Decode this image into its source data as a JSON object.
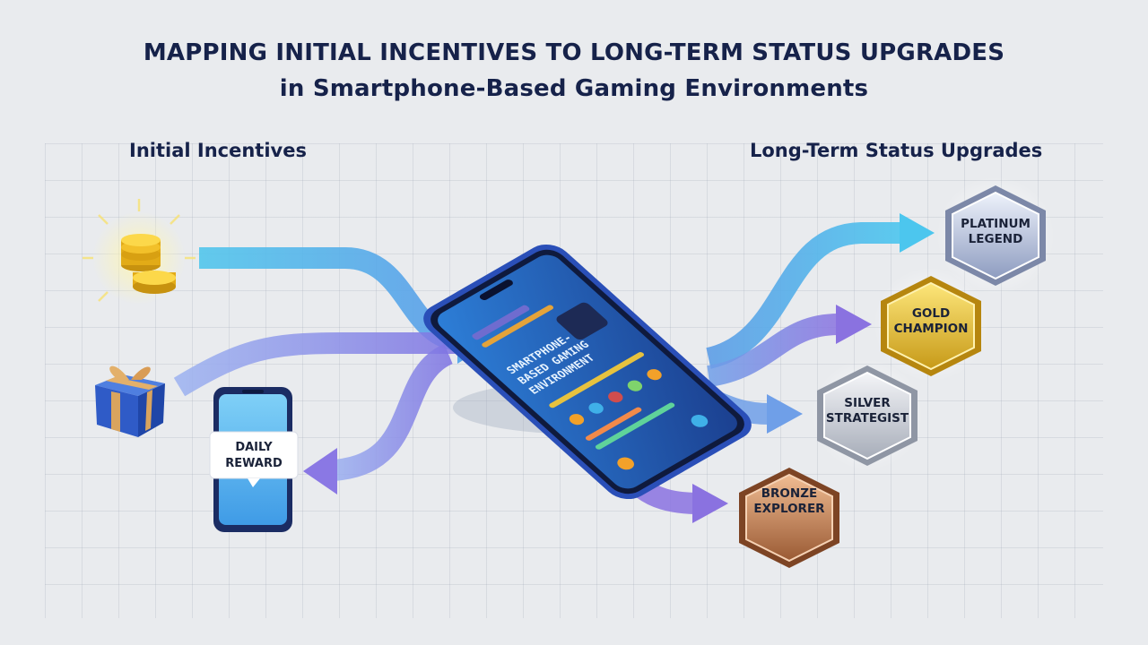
{
  "title": {
    "line1": "MAPPING INITIAL INCENTIVES TO LONG-TERM STATUS UPGRADES",
    "line2": "in Smartphone-Based Gaming Environments"
  },
  "left_column": {
    "heading": "Initial Incentives",
    "items": [
      {
        "id": "coins",
        "icon": "gold-coins-icon"
      },
      {
        "id": "gift",
        "icon": "gift-box-icon"
      },
      {
        "id": "daily",
        "icon": "phone-daily-reward-icon",
        "label_line1": "DAILY",
        "label_line2": "REWARD"
      }
    ]
  },
  "center": {
    "phone_text_line1": "SMARTPHONE-",
    "phone_text_line2": "BASED GAMING",
    "phone_text_line3": "ENVIRONMENT",
    "accent": "#2a8fe0"
  },
  "right_column": {
    "heading": "Long-Term Status Upgrades",
    "tiers": [
      {
        "line1": "PLATINUM",
        "line2": "LEGEND",
        "color": "#aab8d6"
      },
      {
        "line1": "GOLD",
        "line2": "CHAMPION",
        "color": "#e8c33a"
      },
      {
        "line1": "SILVER",
        "line2": "STRATEGIST",
        "color": "#c5cad3"
      },
      {
        "line1": "BRONZE",
        "line2": "EXPLORER",
        "color": "#c98a5e"
      }
    ]
  },
  "colors": {
    "arrow_cyan": "#4fc3ea",
    "arrow_blue": "#6aa6ec",
    "arrow_violet": "#8b78e6",
    "title": "#16224a"
  }
}
